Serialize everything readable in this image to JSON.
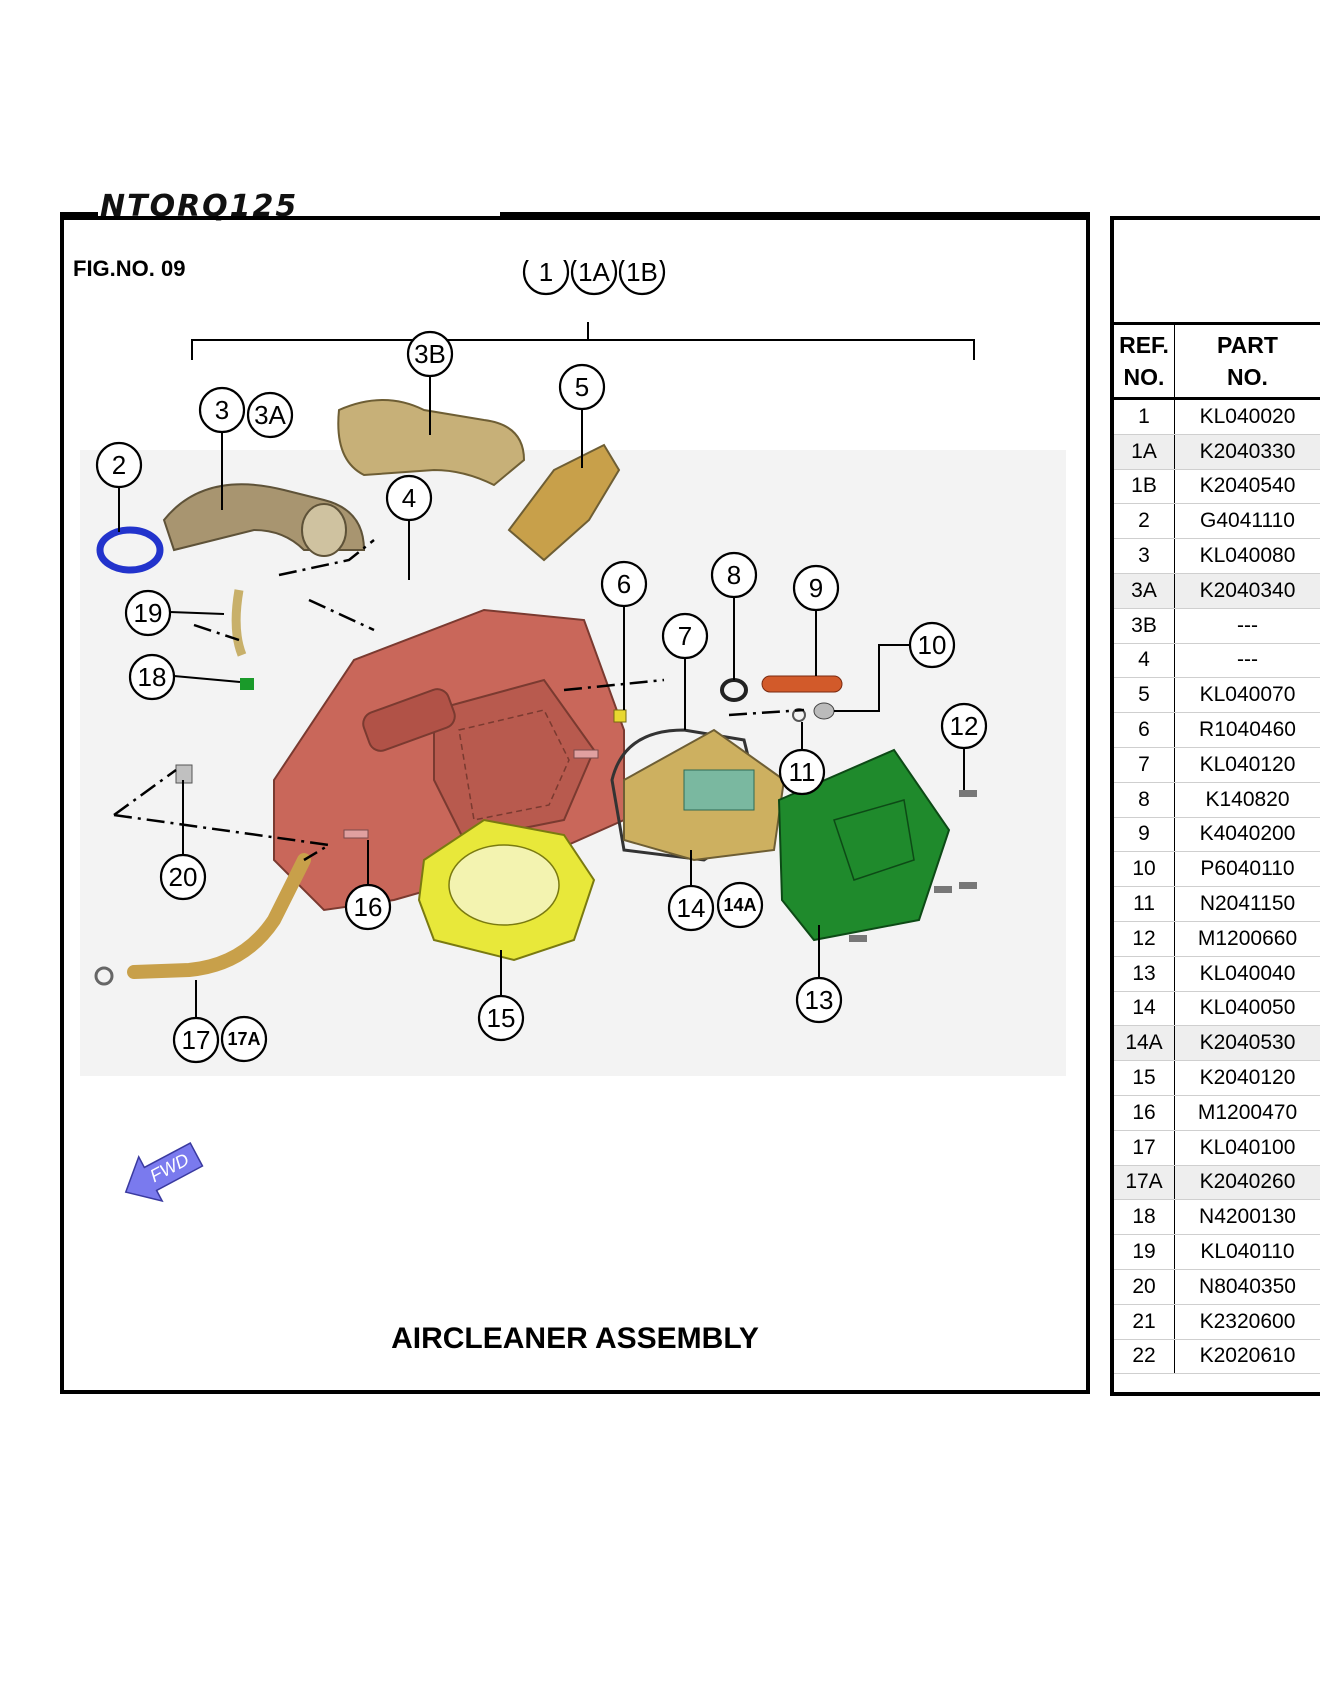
{
  "header": {
    "logo_text": "NTORQ125"
  },
  "figure": {
    "number_label": "FIG.NO. 09",
    "title": "AIRCLEANER ASSEMBLY",
    "fwd_label": "FWD",
    "callouts": [
      "1",
      "1A",
      "1B",
      "2",
      "3",
      "3A",
      "3B",
      "4",
      "5",
      "6",
      "7",
      "8",
      "9",
      "10",
      "11",
      "12",
      "13",
      "14",
      "14A",
      "15",
      "16",
      "17",
      "17A",
      "18",
      "19",
      "20"
    ],
    "part_colors": {
      "air_box": "#c9675a",
      "duct": "#a89570",
      "filter_element": "#cdb060",
      "sponge": "#e8e83a",
      "cover": "#1f8a2c",
      "hose": "#d25a2a",
      "clamp": "#2233cc",
      "fwd_arrow": "#7a7aee"
    }
  },
  "parts_table": {
    "headers": {
      "ref_line1": "REF.",
      "ref_line2": "NO.",
      "part_line1": "PART",
      "part_line2": "NO."
    },
    "rows": [
      {
        "ref": "1",
        "part": "KL040020"
      },
      {
        "ref": "1A",
        "part": "K2040330"
      },
      {
        "ref": "1B",
        "part": "K2040540"
      },
      {
        "ref": "2",
        "part": "G4041110"
      },
      {
        "ref": "3",
        "part": "KL040080"
      },
      {
        "ref": "3A",
        "part": "K2040340"
      },
      {
        "ref": "3B",
        "part": "---"
      },
      {
        "ref": "4",
        "part": "---"
      },
      {
        "ref": "5",
        "part": "KL040070"
      },
      {
        "ref": "6",
        "part": "R1040460"
      },
      {
        "ref": "7",
        "part": "KL040120"
      },
      {
        "ref": "8",
        "part": "K140820"
      },
      {
        "ref": "9",
        "part": "K4040200"
      },
      {
        "ref": "10",
        "part": "P6040110"
      },
      {
        "ref": "11",
        "part": "N2041150"
      },
      {
        "ref": "12",
        "part": "M1200660"
      },
      {
        "ref": "13",
        "part": "KL040040"
      },
      {
        "ref": "14",
        "part": "KL040050"
      },
      {
        "ref": "14A",
        "part": "K2040530"
      },
      {
        "ref": "15",
        "part": "K2040120"
      },
      {
        "ref": "16",
        "part": "M1200470"
      },
      {
        "ref": "17",
        "part": "KL040100"
      },
      {
        "ref": "17A",
        "part": "K2040260"
      },
      {
        "ref": "18",
        "part": "N4200130"
      },
      {
        "ref": "19",
        "part": "KL040110"
      },
      {
        "ref": "20",
        "part": "N8040350"
      },
      {
        "ref": "21",
        "part": "K2320600"
      },
      {
        "ref": "22",
        "part": "K2020610"
      }
    ]
  }
}
